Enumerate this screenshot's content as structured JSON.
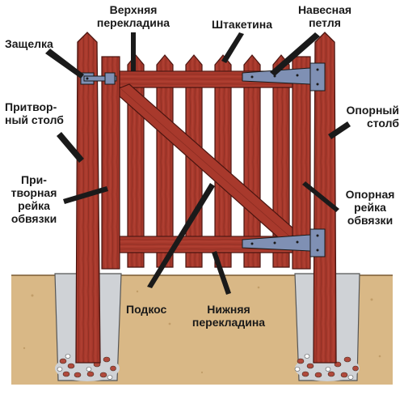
{
  "labels": {
    "latch": "Защелка",
    "top_rail": "Верхняя\nперекладина",
    "picket": "Штакетина",
    "hinge": "Навесная\nпетля",
    "latch_post": "Притвор-\nный столб",
    "hinge_post": "Опорный\nстолб",
    "latch_stile": "При-\nтворная\nрейка\nобвязки",
    "hinge_stile": "Опорная\nрейка\nобвязки",
    "brace": "Подкос",
    "bottom_rail": "Нижняя\nперекладина"
  },
  "colors": {
    "wood": "#a8392c",
    "wood_dark": "#6e1f16",
    "metal": "#7f90b4",
    "soil": "#d9b886",
    "concrete": "#cfd2d6",
    "gravel": "#b04a3c",
    "ink": "#1a1a1a"
  }
}
